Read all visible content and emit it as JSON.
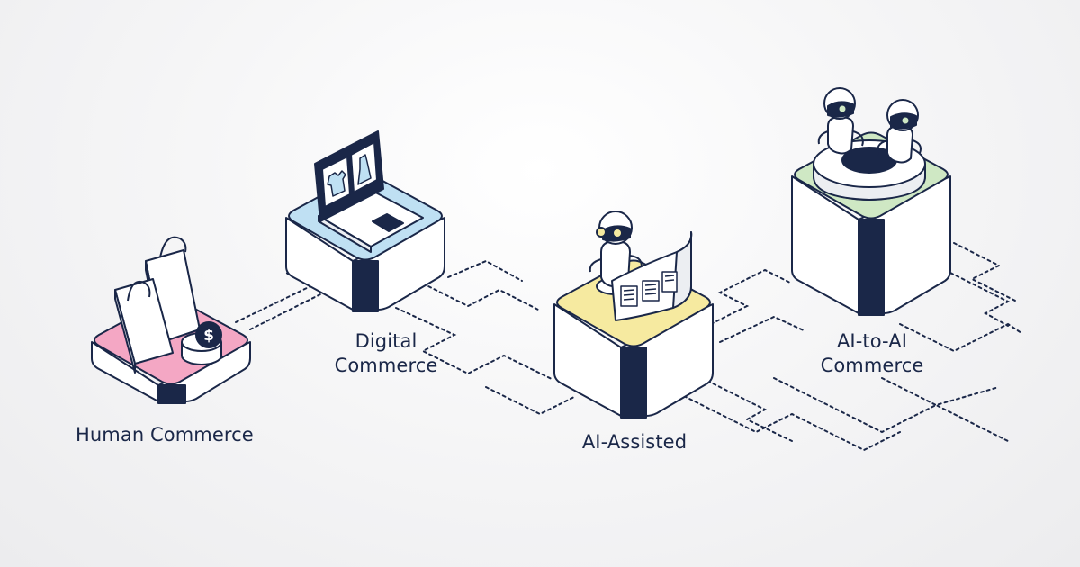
{
  "stages": [
    {
      "id": "human",
      "label_lines": [
        "Human Commerce"
      ],
      "accent": "#f4a7c4",
      "icon": "shopping-bags-and-coin"
    },
    {
      "id": "digital",
      "label_lines": [
        "Digital",
        "Commerce"
      ],
      "accent": "#bfe0f3",
      "icon": "laptop-with-clothing"
    },
    {
      "id": "assisted",
      "label_lines": [
        "AI-Assisted"
      ],
      "accent": "#f6eaa0",
      "icon": "robot-with-screen"
    },
    {
      "id": "ai2ai",
      "label_lines": [
        "AI-to-AI",
        "Commerce"
      ],
      "accent": "#cfe8c4",
      "icon": "two-robots-on-ring"
    }
  ],
  "colors": {
    "navy": "#1a2748",
    "block_face": "#ffffff",
    "block_side": "#eceef2",
    "circuit": "#1a2748"
  }
}
